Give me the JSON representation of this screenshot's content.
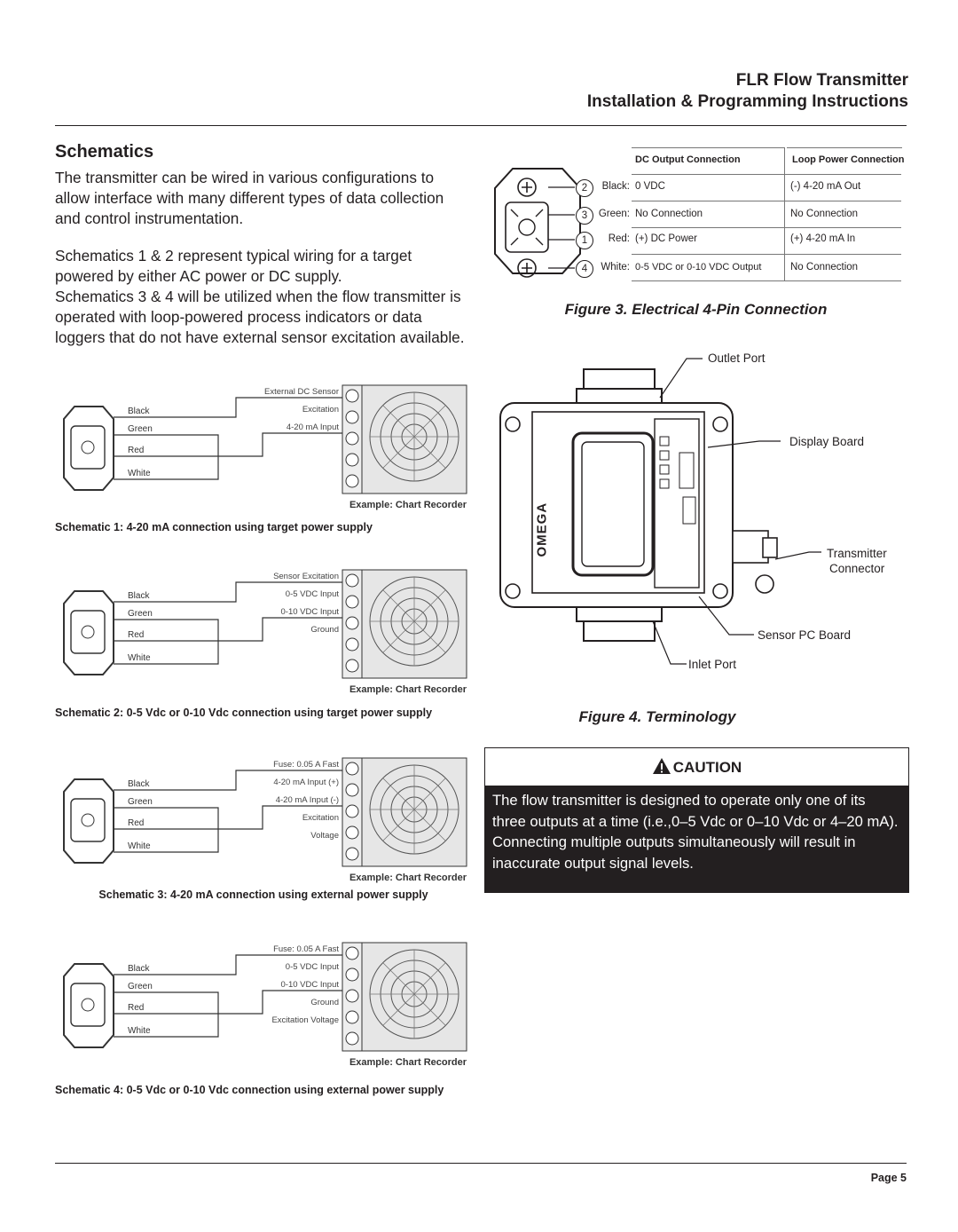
{
  "header": {
    "line1": "FLR Flow Transmitter",
    "line2": "Installation & Programming Instructions"
  },
  "section": {
    "title": "Schematics",
    "para1": "The transmitter can be wired in various configurations to allow interface with many different types of data collection and control instrumentation.",
    "para2": "Schematics 1 & 2 represent typical wiring for a target powered by either AC power or DC supply.",
    "para3": "Schematics 3 & 4 will be utilized when the flow transmitter is operated with loop-powered process indicators or data loggers that do not have external sensor excitation available."
  },
  "schematics": [
    {
      "caption": "Schematic 1: 4-20 mA connection using target power supply",
      "wires": [
        "Black",
        "Green",
        "Red",
        "White"
      ],
      "labels": [
        "External DC Sensor",
        "Excitation",
        "4-20 mA Input"
      ],
      "recorder": "Example: Chart Recorder"
    },
    {
      "caption": "Schematic 2: 0-5 Vdc or 0-10 Vdc connection using target power supply",
      "wires": [
        "Black",
        "Green",
        "Red",
        "White"
      ],
      "labels": [
        "Sensor Excitation",
        "0-5 VDC Input",
        "0-10 VDC Input",
        "Ground"
      ],
      "recorder": "Example: Chart Recorder"
    },
    {
      "caption": "Schematic 3: 4-20 mA connection using external power supply",
      "wires": [
        "Black",
        "Green",
        "Red",
        "White"
      ],
      "labels": [
        "Fuse: 0.05 A Fast",
        "4-20 mA Input (+)",
        "4-20 mA Input (-)",
        "Excitation",
        "Voltage"
      ],
      "recorder": "Example: Chart Recorder"
    },
    {
      "caption": "Schematic 4: 0-5 Vdc or 0-10 Vdc connection using external power supply",
      "wires": [
        "Black",
        "Green",
        "Red",
        "White"
      ],
      "labels": [
        "Fuse: 0.05 A Fast",
        "0-5 VDC Input",
        "0-10 VDC Input",
        "Ground",
        "Excitation Voltage"
      ],
      "recorder": "Example: Chart Recorder"
    }
  ],
  "pin_table": {
    "head_dc": "DC Output Connection",
    "head_loop": "Loop Power Connection",
    "rows": [
      {
        "pin": "2",
        "wire": "Black:",
        "dc": "0 VDC",
        "loop": "(-) 4-20 mA Out"
      },
      {
        "pin": "3",
        "wire": "Green:",
        "dc": "No Connection",
        "loop": "No Connection"
      },
      {
        "pin": "1",
        "wire": "Red:",
        "dc": "(+) DC Power",
        "loop": "(+) 4-20 mA In"
      },
      {
        "pin": "4",
        "wire": "White:",
        "dc": "0-5 VDC or 0-10 VDC Output",
        "loop": "No Connection"
      }
    ]
  },
  "figure3_caption": "Figure 3. Electrical 4-Pin Connection",
  "terminology": {
    "outlet": "Outlet Port",
    "display": "Display Board",
    "transmitter": "Transmitter",
    "connector": "Connector",
    "sensor": "Sensor PC Board",
    "inlet": "Inlet Port",
    "brand": "OMEGA"
  },
  "figure4_caption": "Figure 4. Terminology",
  "caution": {
    "title": "CAUTION",
    "text": "The flow transmitter is designed to operate only one of its three outputs at a time (i.e.,0–5 Vdc or 0–10 Vdc or 4–20 mA). Connecting multiple outputs simultaneously will result in inaccurate output signal levels."
  },
  "footer": {
    "page": "Page 5"
  }
}
